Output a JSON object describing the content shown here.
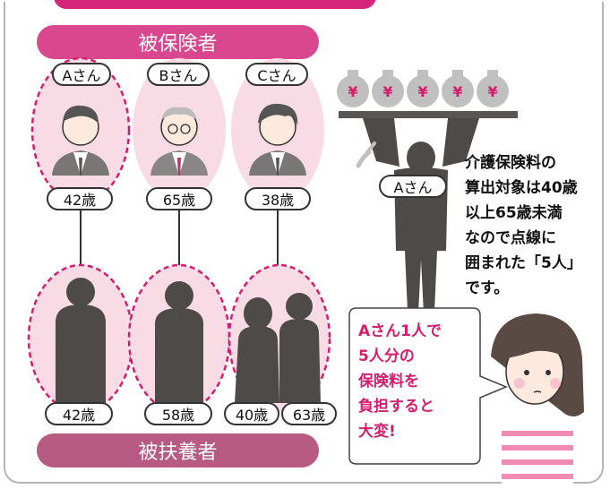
{
  "insured_label": "被保険者",
  "dependents_label": "被扶養者",
  "insured": [
    {
      "name": "Aさん",
      "age": "42歳"
    },
    {
      "name": "Bさん",
      "age": "65歳"
    },
    {
      "name": "Cさん",
      "age": "38歳"
    }
  ],
  "dependents": [
    {
      "age": "42歳"
    },
    {
      "age": "58歳"
    },
    {
      "age": "40歳"
    },
    {
      "age": "63歳"
    }
  ],
  "carrier_label": "Aさん",
  "money_symbol": "¥",
  "explanation_lines": [
    "介護保険料の",
    "算出対象は40歳",
    "以上65歳未満",
    "なので点線に",
    "囲まれた「5人」",
    "です。"
  ],
  "speech_lines": [
    "Aさん1人で",
    "5人分の",
    "保険料を",
    "負担すると",
    "大変!"
  ],
  "colors": {
    "accent": "#d9478f",
    "accent_dark": "#b75b83",
    "dash": "#d51d6f",
    "oval_fill": "#f9dbe6",
    "silhouette": "#4e4a48"
  },
  "icons": [
    "money-bag-icon",
    "weightlifter-silhouette-icon",
    "person-silhouette-icon",
    "thinking-woman-icon"
  ]
}
